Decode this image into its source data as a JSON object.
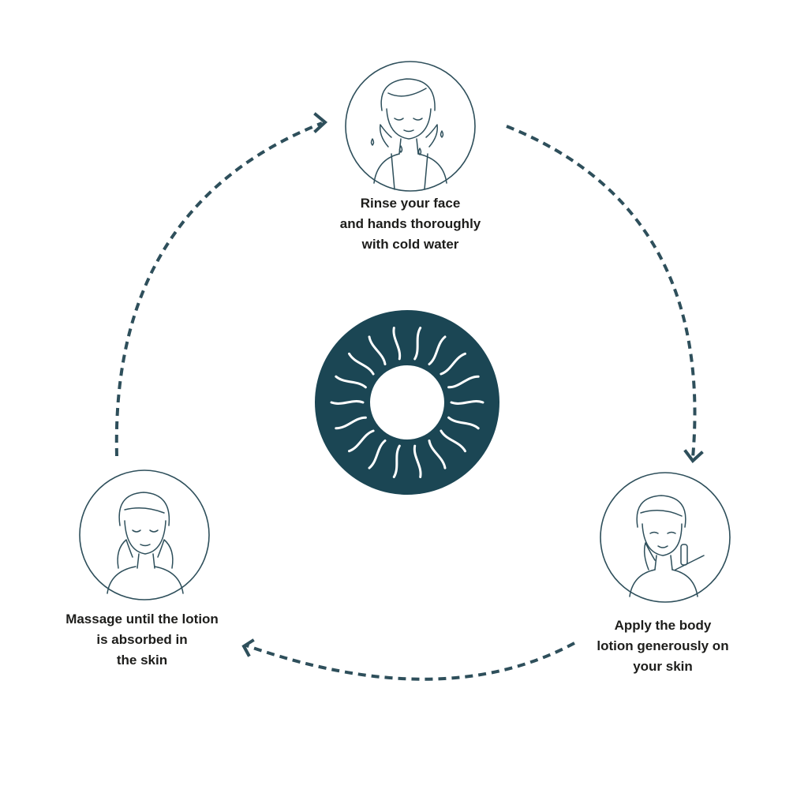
{
  "colors": {
    "primary": "#1b4654",
    "line": "#2e4f5b",
    "text": "#1d1d1b",
    "background": "#ffffff"
  },
  "center_icon": "sun-icon",
  "steps": [
    {
      "id": "rinse",
      "icon": "woman-rinsing-face-icon",
      "lines": [
        "Rinse your face",
        "and hands thoroughly",
        "with cold water"
      ]
    },
    {
      "id": "apply",
      "icon": "woman-applying-lotion-icon",
      "lines": [
        "Apply the body",
        "lotion generously on",
        "your skin"
      ]
    },
    {
      "id": "massage",
      "icon": "woman-massaging-face-icon",
      "lines": [
        "Massage until the lotion",
        "is absorbed in",
        "the skin"
      ]
    }
  ]
}
